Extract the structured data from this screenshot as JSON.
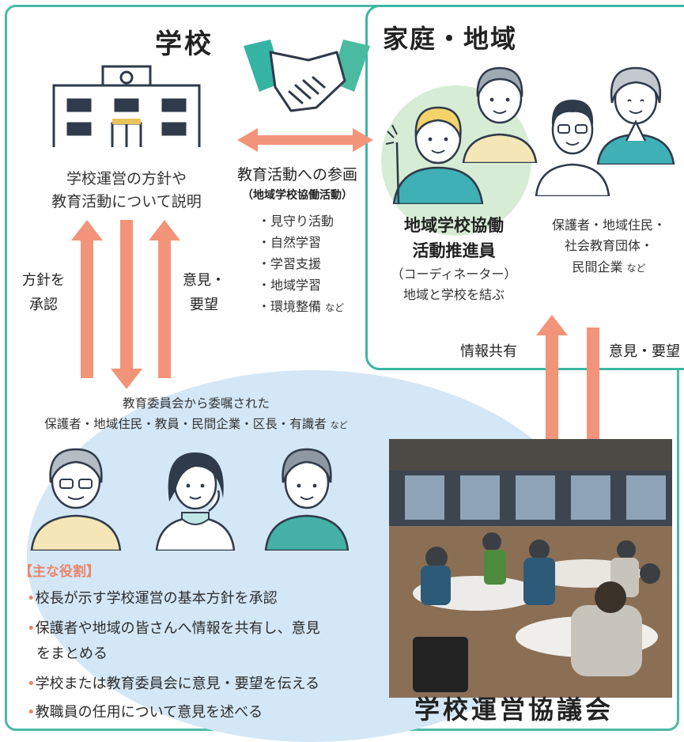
{
  "school": {
    "title": "学校",
    "desc_line1": "学校運営の方針や",
    "desc_line2": "教育活動について説明"
  },
  "home": {
    "title": "家庭・地域",
    "coordinator_title_line1": "地域学校協働",
    "coordinator_title_line2": "活動推進員",
    "coordinator_sub": "（コーディネーター）",
    "coordinator_desc": "地域と学校を結ぶ",
    "members_line1": "保護者・地域住民・",
    "members_line2": "社会教育団体・",
    "members_line3_main": "民間企業",
    "members_line3_suffix": "など"
  },
  "participation": {
    "title": "教育活動への参画",
    "subtitle": "（地域学校協働活動）",
    "items": [
      "・見守り活動",
      "・自然学習",
      "・学習支援",
      "・地域学習",
      "・環境整備"
    ],
    "items_suffix": "など"
  },
  "arrows": {
    "approve_line1": "方針を",
    "approve_line2": "承認",
    "opinion_line1": "意見・",
    "opinion_line2": "要望",
    "info_share": "情報共有",
    "opinion_request": "意見・要望"
  },
  "council": {
    "appointed_line1": "教育委員会から委嘱された",
    "appointed_line2_main": "保護者・地域住民・教員・民間企業・区長・有識者",
    "appointed_line2_suffix": "など",
    "roles_heading": "【主な役割】",
    "roles": [
      "校長が示す学校運営の基本方針を承認",
      "保護者や地域の皆さんへ情報を共有し、意見",
      "学校または教育委員会に意見・要望を伝える",
      "教職員の任用について意見を述べる"
    ],
    "role_2_cont": "をまとめる",
    "name": "学校運営協議会"
  },
  "colors": {
    "frame": "#3ab7a5",
    "arrow": "#f29479",
    "accent": "#e9866c",
    "green_blob": "#d6ecd4",
    "blue_blob": "#d4e7f6"
  }
}
